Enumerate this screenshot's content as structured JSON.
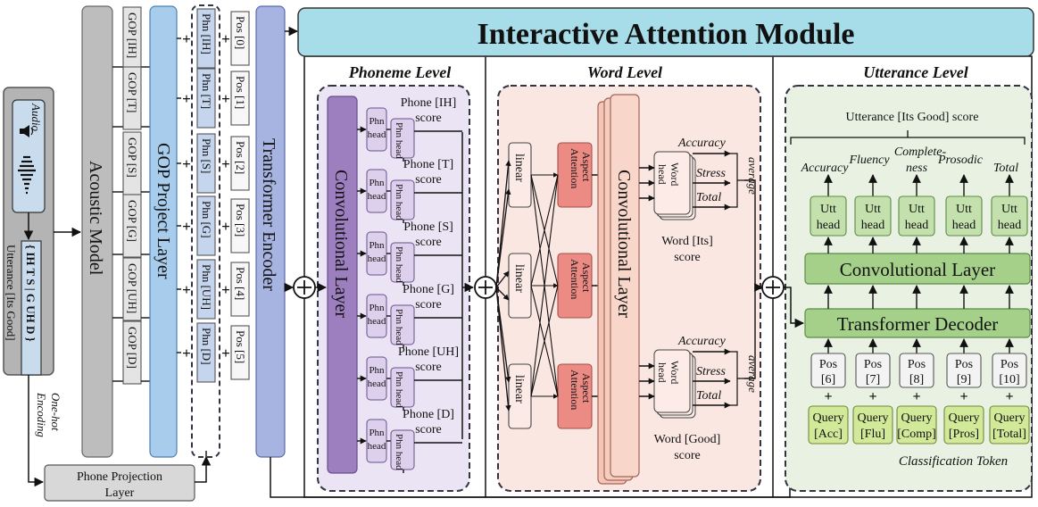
{
  "module_title": "Interactive Attention Module",
  "input": {
    "audio_label": "Audio",
    "phones_text": "{ IH T S | G UH D }",
    "utterance_text": "Utterance [Its Good]"
  },
  "one_hot_encoding": [
    "One-hot",
    "Encoding"
  ],
  "phone_projection_layer": [
    "Phone Projection",
    "Layer"
  ],
  "acoustic_model": "Acoustic Model",
  "gop_project_layer": "GOP Project Layer",
  "transformer_encoder": "Transformer Encoder",
  "gop_items": [
    "GOP [IH]",
    "GOP [T]",
    "GOP [S]",
    "GOP [G]",
    "GOP [UH]",
    "GOP [D]"
  ],
  "phn_items": [
    "Phn [IH]",
    "Phn [T]",
    "Phn [S]",
    "Phn [G]",
    "Phn [UH]",
    "Phn [D]"
  ],
  "pos_items": [
    "Pos [0]",
    "Pos [1]",
    "Pos [2]",
    "Pos [3]",
    "Pos [4]",
    "Pos [5]"
  ],
  "plus_sign": "+",
  "phoneme_level": {
    "title": "Phoneme Level",
    "conv_layer": "Convolutional Layer",
    "phn_head": [
      "Phn",
      "head"
    ],
    "scores": [
      [
        "Phone [IH]",
        "score"
      ],
      [
        "Phone [T]",
        "score"
      ],
      [
        "Phone [S]",
        "score"
      ],
      [
        "Phone [G]",
        "score"
      ],
      [
        "Phone [UH]",
        "score"
      ],
      [
        "Phone [D]",
        "score"
      ]
    ]
  },
  "word_level": {
    "title": "Word Level",
    "linear": "linear",
    "aspect_attention": [
      "Aspect",
      "Attention"
    ],
    "conv_layer": "Convolutional Layer",
    "word_head": [
      "Word",
      "head"
    ],
    "accuracy": "Accuracy",
    "stress": "Stress",
    "total": "Total",
    "average": "average",
    "word_scores": [
      [
        "Word [Its]",
        "score"
      ],
      [
        "Word [Good]",
        "score"
      ]
    ]
  },
  "utterance_level": {
    "title": "Utterance Level",
    "utt_score": "Utterance [Its Good] score",
    "aspects": [
      "Accuracy",
      "Fluency",
      "Complete-ness",
      "Prosodic",
      "Total"
    ],
    "utt_head": [
      "Utt",
      "head"
    ],
    "conv_layer": "Convolutional Layer",
    "transformer_decoder": "Transformer Decoder",
    "pos_items": [
      [
        "Pos",
        "[6]"
      ],
      [
        "Pos",
        "[7]"
      ],
      [
        "Pos",
        "[8]"
      ],
      [
        "Pos",
        "[9]"
      ],
      [
        "Pos",
        "[10]"
      ]
    ],
    "query_items": [
      [
        "Query",
        "[Acc]"
      ],
      [
        "Query",
        "[Flu]"
      ],
      [
        "Query",
        "[Comp]"
      ],
      [
        "Query",
        "[Pros]"
      ],
      [
        "Query",
        "[Total]"
      ]
    ],
    "classification_token": "Classification Token"
  }
}
